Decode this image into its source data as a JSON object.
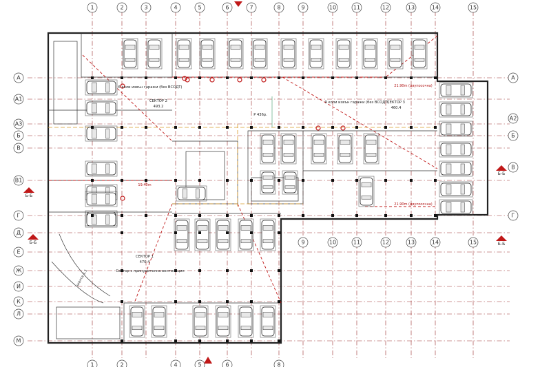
{
  "axes_top": [
    "1",
    "2",
    "3",
    "4",
    "5",
    "6",
    "7",
    "8",
    "9",
    "10",
    "11",
    "12",
    "13",
    "14",
    "15"
  ],
  "axes_left": [
    "А",
    "А1",
    "А3",
    "Б",
    "В",
    "В1",
    "Г",
    "Д",
    "Е",
    "Ж",
    "И",
    "К",
    "Л",
    "М"
  ],
  "axes_mid_row": [
    "9",
    "10",
    "11",
    "12",
    "13",
    "14",
    "15"
  ],
  "axes_bottom": [
    "1",
    "2",
    "4",
    "5",
    "6",
    "8"
  ],
  "axes_right_visible": [
    "А",
    "А2",
    "Б",
    "В",
    "Г"
  ],
  "section_tag": "Б-Б",
  "elevation": "Р 436р.",
  "sectors": [
    {
      "label": "СЕКТОР 2",
      "area": "493.2"
    },
    {
      "label": "СЕКТОР 3",
      "area": "460.4"
    },
    {
      "label": "СЕКТОР 1",
      "area": "470.4"
    }
  ],
  "garage_notes": [
    "6 коли извън гаражи (без ВСОДТ)",
    "9 коли извън гаражи (без ВСОДТ)"
  ],
  "ventilation_note": "Сектор с принудителна вентилация",
  "ramp_labels": [
    "21.90m (двупосочна)",
    "19.40m",
    "21.90m (двупосочна)",
    "шахта 1.1"
  ],
  "colors": {
    "grid": "#9a2a2a",
    "ramp": "#c01818",
    "accent_orange": "#d99a28",
    "accent_green": "#3c9a6a",
    "wall": "#222222"
  }
}
